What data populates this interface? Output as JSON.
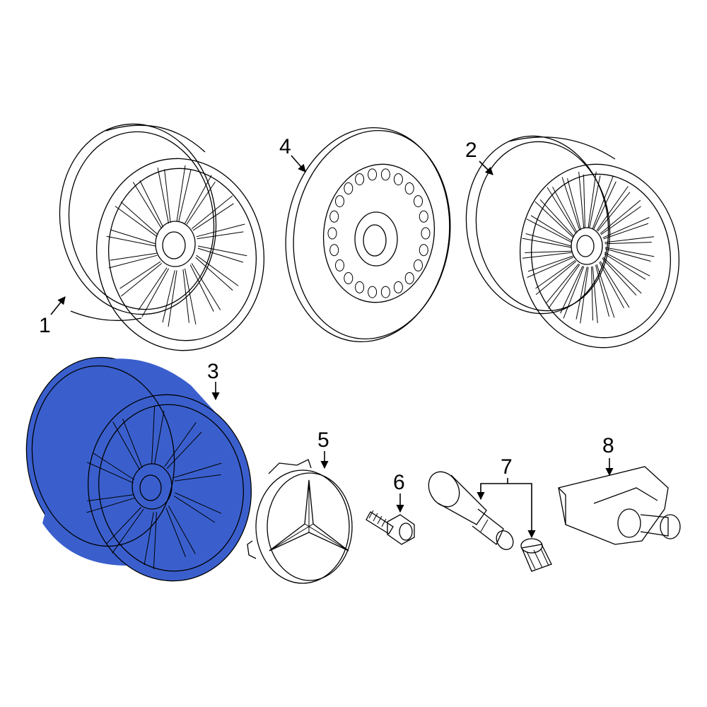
{
  "parts": [
    {
      "callout": "1",
      "item": "alloy-wheel-multispoke"
    },
    {
      "callout": "2",
      "item": "alloy-wheel-mesh"
    },
    {
      "callout": "3",
      "item": "alloy-wheel-highlighted"
    },
    {
      "callout": "4",
      "item": "spare-wheel-steel"
    },
    {
      "callout": "5",
      "item": "center-cap"
    },
    {
      "callout": "6",
      "item": "wheel-bolt"
    },
    {
      "callout": "7",
      "item": "valve-stem-and-cap"
    },
    {
      "callout": "8",
      "item": "tpms-sensor"
    }
  ],
  "colors": {
    "highlight": "#3a5fcd",
    "line": "#000000",
    "background": "#ffffff"
  }
}
